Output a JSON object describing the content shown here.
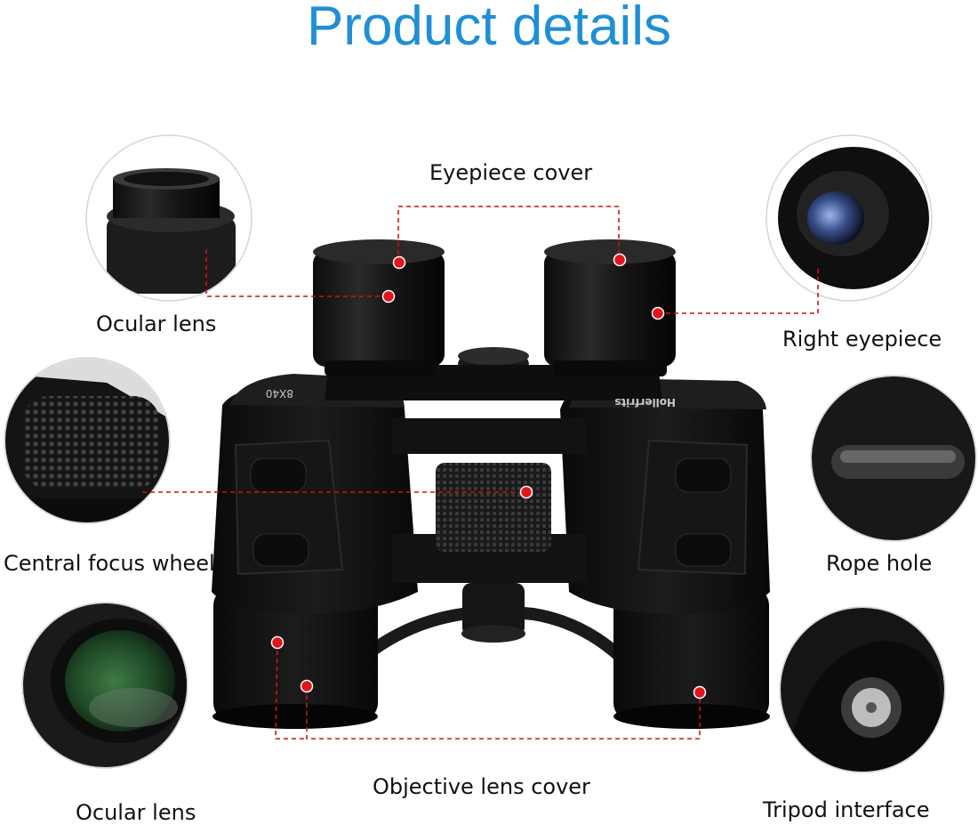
{
  "title": "Product details",
  "brand_text": "Hollerfrits",
  "model_text": "8X40",
  "labels": {
    "eyepiece_cover": "Eyepiece cover",
    "ocular_lens_top": "Ocular lens",
    "right_eyepiece": "Right eyepiece",
    "central_focus_wheel": "Central focus wheel",
    "rope_hole": "Rope hole",
    "objective_lens_cover": "Objective lens cover",
    "ocular_lens_bottom": "Ocular lens",
    "tripod_interface": "Tripod interface"
  },
  "colors": {
    "title": "#1f8fd6",
    "marker": "#e0161c",
    "leader_line": "#d0111a",
    "body": "#111111"
  }
}
